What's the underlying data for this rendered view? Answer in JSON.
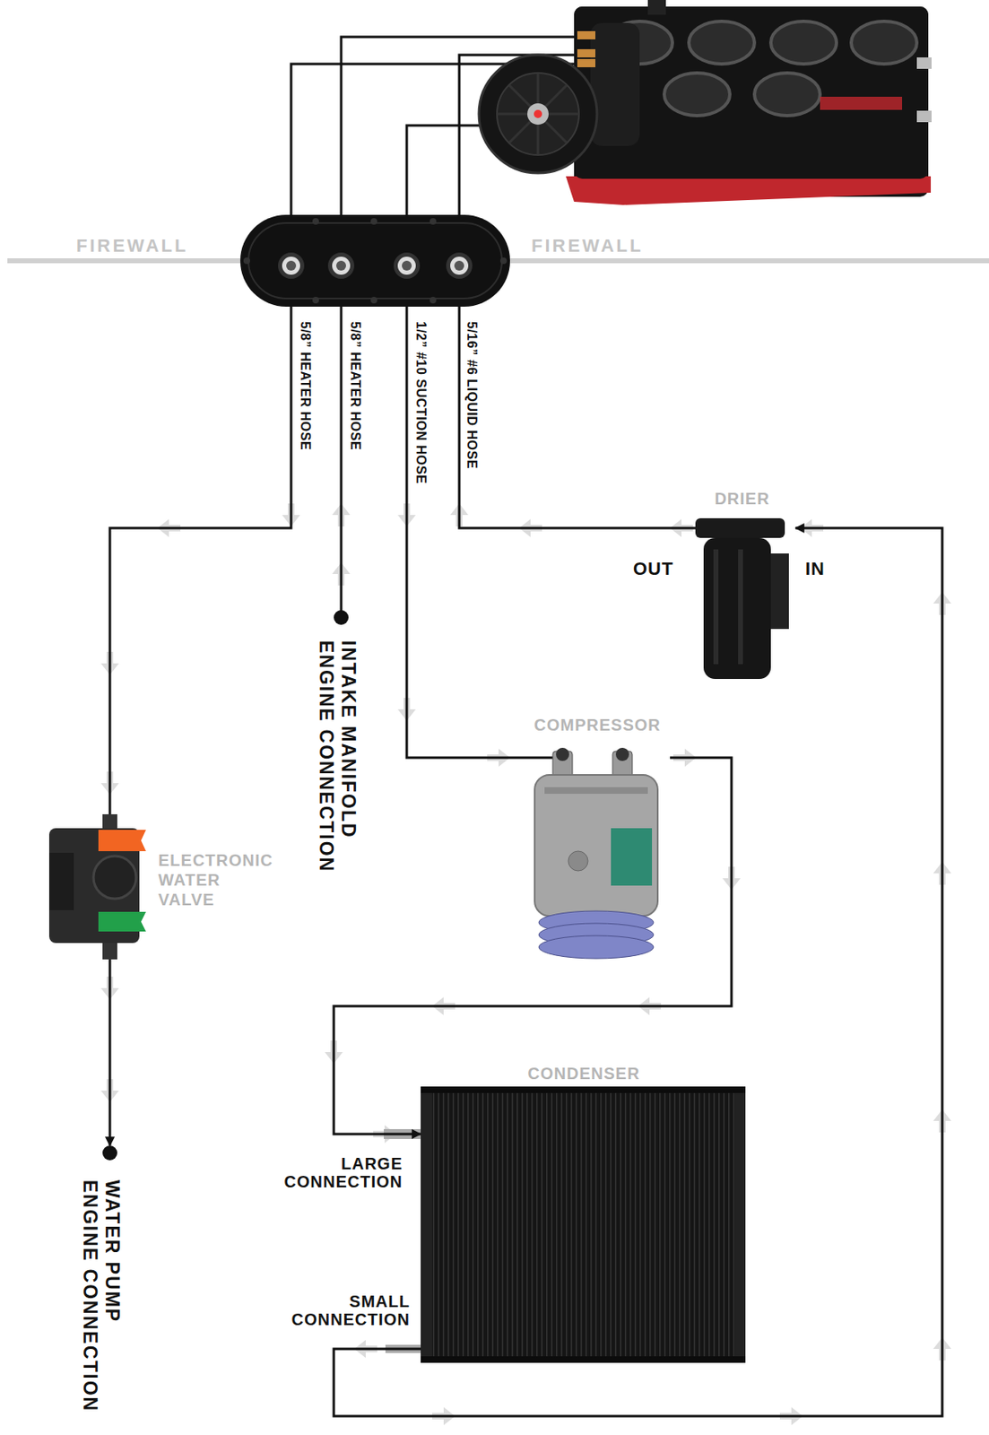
{
  "diagram": {
    "nodes": [
      {
        "text": [
          "DRIER"
        ]
      },
      {
        "text": [
          "INTAKE MANIFOLD",
          "ENGINE CONNECTION"
        ]
      },
      {
        "text": [
          "COMPRESSOR"
        ]
      },
      {
        "text": [
          "ELECTRONIC WATER VALVE"
        ]
      },
      {
        "text": [
          "CONDENSER"
        ]
      },
      {
        "text": [
          "WATER PUMP",
          "ENGINE CONNECTION"
        ]
      }
    ],
    "edges": [
      {
        "from": 2,
        "to": 4,
        "arrow": "to"
      },
      {
        "from": 4,
        "to": 0,
        "arrow": "to"
      },
      {
        "from": 3,
        "to": 5,
        "arrow": "to"
      }
    ],
    "labels": [
      "FIREWALL",
      "FIREWALL",
      "5/8” HEATER HOSE",
      "5/8” HEATER HOSE",
      "1/2” #10 SUCTION HOSE",
      "5/16” #6 LIQUID HOSE",
      "OUT",
      "IN",
      "LARGE CONNECTION",
      "SMALL CONNECTION"
    ]
  }
}
